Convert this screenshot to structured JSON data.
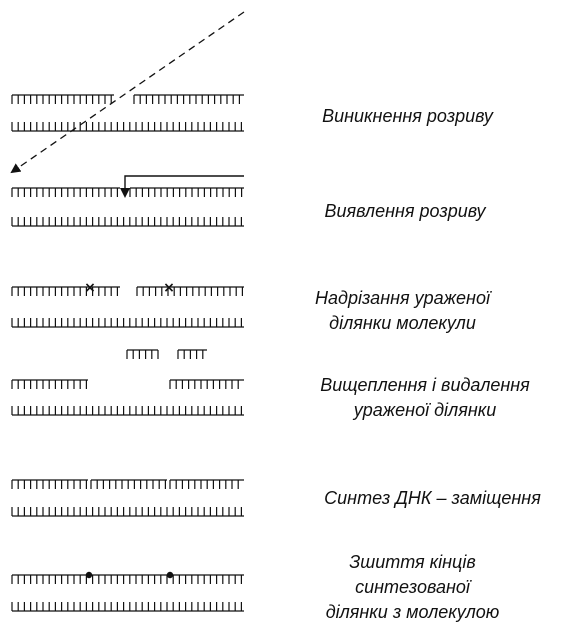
{
  "steps": [
    {
      "id": "break",
      "label_lines": [
        "Виникнення розриву"
      ]
    },
    {
      "id": "detect",
      "label_lines": [
        "Виявлення розриву"
      ]
    },
    {
      "id": "incise",
      "label_lines": [
        "Надрізання ураженої",
        "ділянки молекули"
      ]
    },
    {
      "id": "excise",
      "label_lines": [
        "Вищеплення і видалення",
        "ураженої ділянки"
      ]
    },
    {
      "id": "synth",
      "label_lines": [
        "Синтез ДНК –  заміщення"
      ]
    },
    {
      "id": "ligate",
      "label_lines": [
        "Зшиття кінців",
        "синтезованої",
        "ділянки з молекулою"
      ]
    }
  ]
}
